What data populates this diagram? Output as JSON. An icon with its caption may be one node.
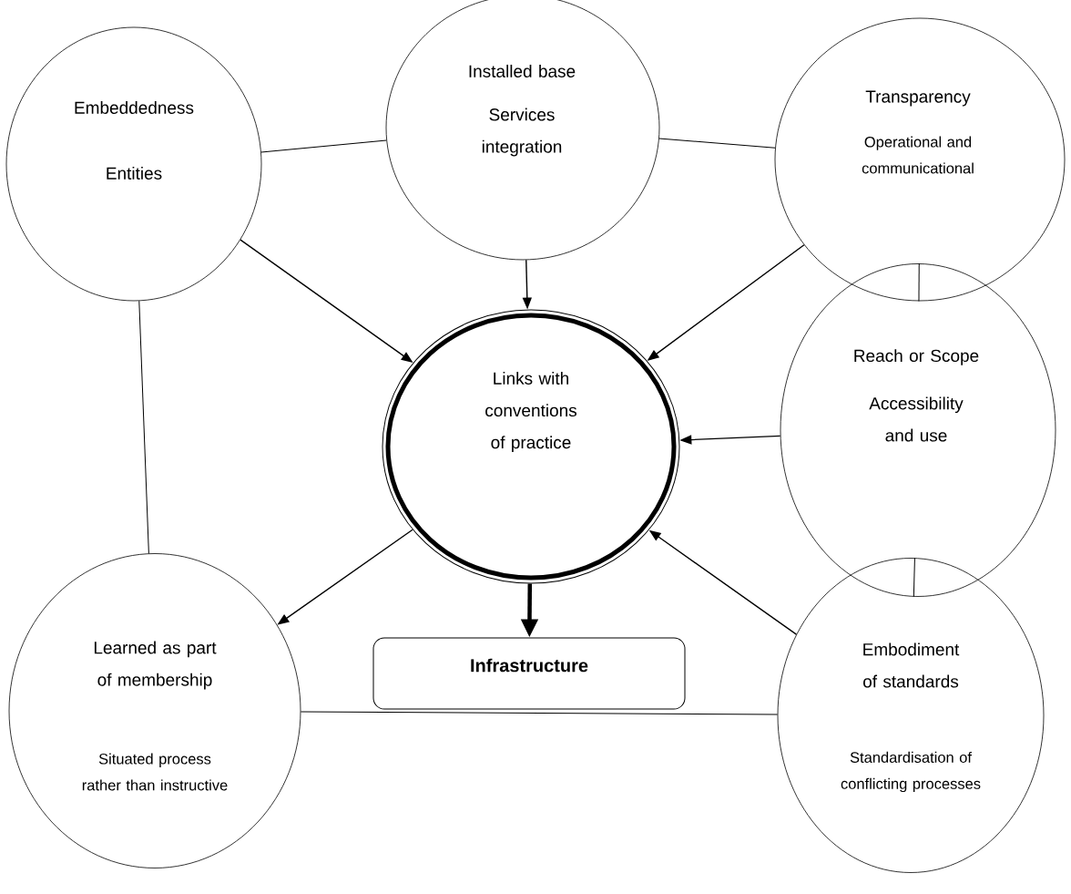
{
  "diagram": {
    "nodes": [
      {
        "text": [
          "Embeddedness",
          "Entities"
        ]
      },
      {
        "text": [
          "Installed base",
          "Services integration"
        ]
      },
      {
        "text": [
          "Transparency",
          "Operational and communicational"
        ]
      },
      {
        "text": [
          "Reach or Scope",
          "Accessibility and use"
        ]
      },
      {
        "text": [
          "Links with conventions of practice"
        ]
      },
      {
        "text": [
          "Infrastructure"
        ]
      },
      {
        "text": [
          "Learned as part of membership",
          "Situated process rather than instructive"
        ]
      },
      {
        "text": [
          "Embodiment of standards",
          "Standardisation of conflicting processes"
        ]
      }
    ],
    "edges": [
      {
        "from": 0,
        "to": 1,
        "arrow": "none"
      },
      {
        "from": 1,
        "to": 2,
        "arrow": "none"
      },
      {
        "from": 2,
        "to": 3,
        "arrow": "none"
      },
      {
        "from": 0,
        "to": 6,
        "arrow": "none"
      },
      {
        "from": 6,
        "to": 7,
        "arrow": "none"
      },
      {
        "from": 3,
        "to": 7,
        "arrow": "none"
      },
      {
        "from": 0,
        "to": 4,
        "arrow": "to"
      },
      {
        "from": 1,
        "to": 4,
        "arrow": "to"
      },
      {
        "from": 2,
        "to": 4,
        "arrow": "to"
      },
      {
        "from": 3,
        "to": 4,
        "arrow": "to"
      },
      {
        "from": 7,
        "to": 4,
        "arrow": "to"
      },
      {
        "from": 4,
        "to": 6,
        "arrow": "to"
      },
      {
        "from": 4,
        "to": 5,
        "arrow": "to",
        "style": "thick"
      }
    ]
  }
}
